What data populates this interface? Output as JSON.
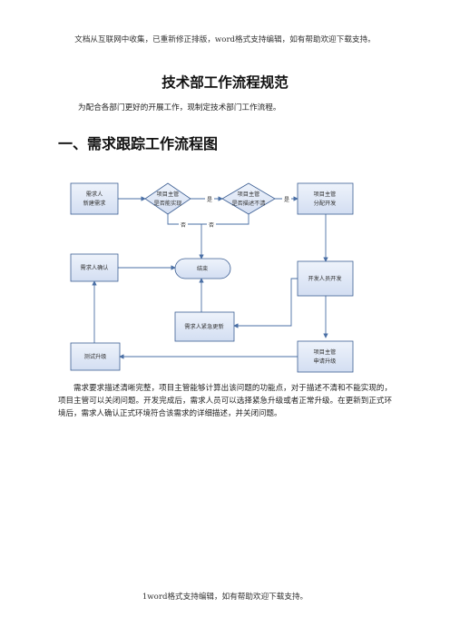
{
  "header_note": "文档从互联网中收集，已重新修正排版，word格式支持编辑，如有帮助欢迎下载支持。",
  "title": "技术部工作流程规范",
  "intro": "为配合各部门更好的开展工作，现制定技术部门工作流程。",
  "section_heading": "一、需求跟踪工作流程图",
  "flowchart": {
    "nodes": {
      "new_request": [
        "需求人",
        "新建需求"
      ],
      "can_implement": [
        "项目主管",
        "是否能实现"
      ],
      "clear_desc": [
        "项目主管",
        "是否描述不清"
      ],
      "assign_dev": [
        "项目主管",
        "分配开发"
      ],
      "confirm": [
        "需求人确认"
      ],
      "end": [
        "结束"
      ],
      "developer_dev": [
        "开发人员开发"
      ],
      "urgent_update": [
        "需求人紧急更新"
      ],
      "test_upgrade": [
        "测试升级"
      ],
      "apply_upgrade": [
        "项目主管",
        "申请升级"
      ]
    },
    "edges": {
      "yes_1": "是",
      "yes_2": "是",
      "no_1": "否",
      "no_2": "否"
    },
    "colors": {
      "fill": "#d9e3f5",
      "stroke": "#3d5f93",
      "arrow": "#4a6fa5"
    }
  },
  "paragraph": "需求要求描述清晰完整，项目主管能够计算出该问题的功能点，对于描述不清和不能实现的，项目主管可以关闭问题。开发完成后，需求人员可以选择紧急升级或者正常升级。在更新到正式环境后，需求人确认正式环境符合该需求的详细描述，并关闭问题。",
  "footer_note": "1word格式支持编辑，如有帮助欢迎下载支持。"
}
